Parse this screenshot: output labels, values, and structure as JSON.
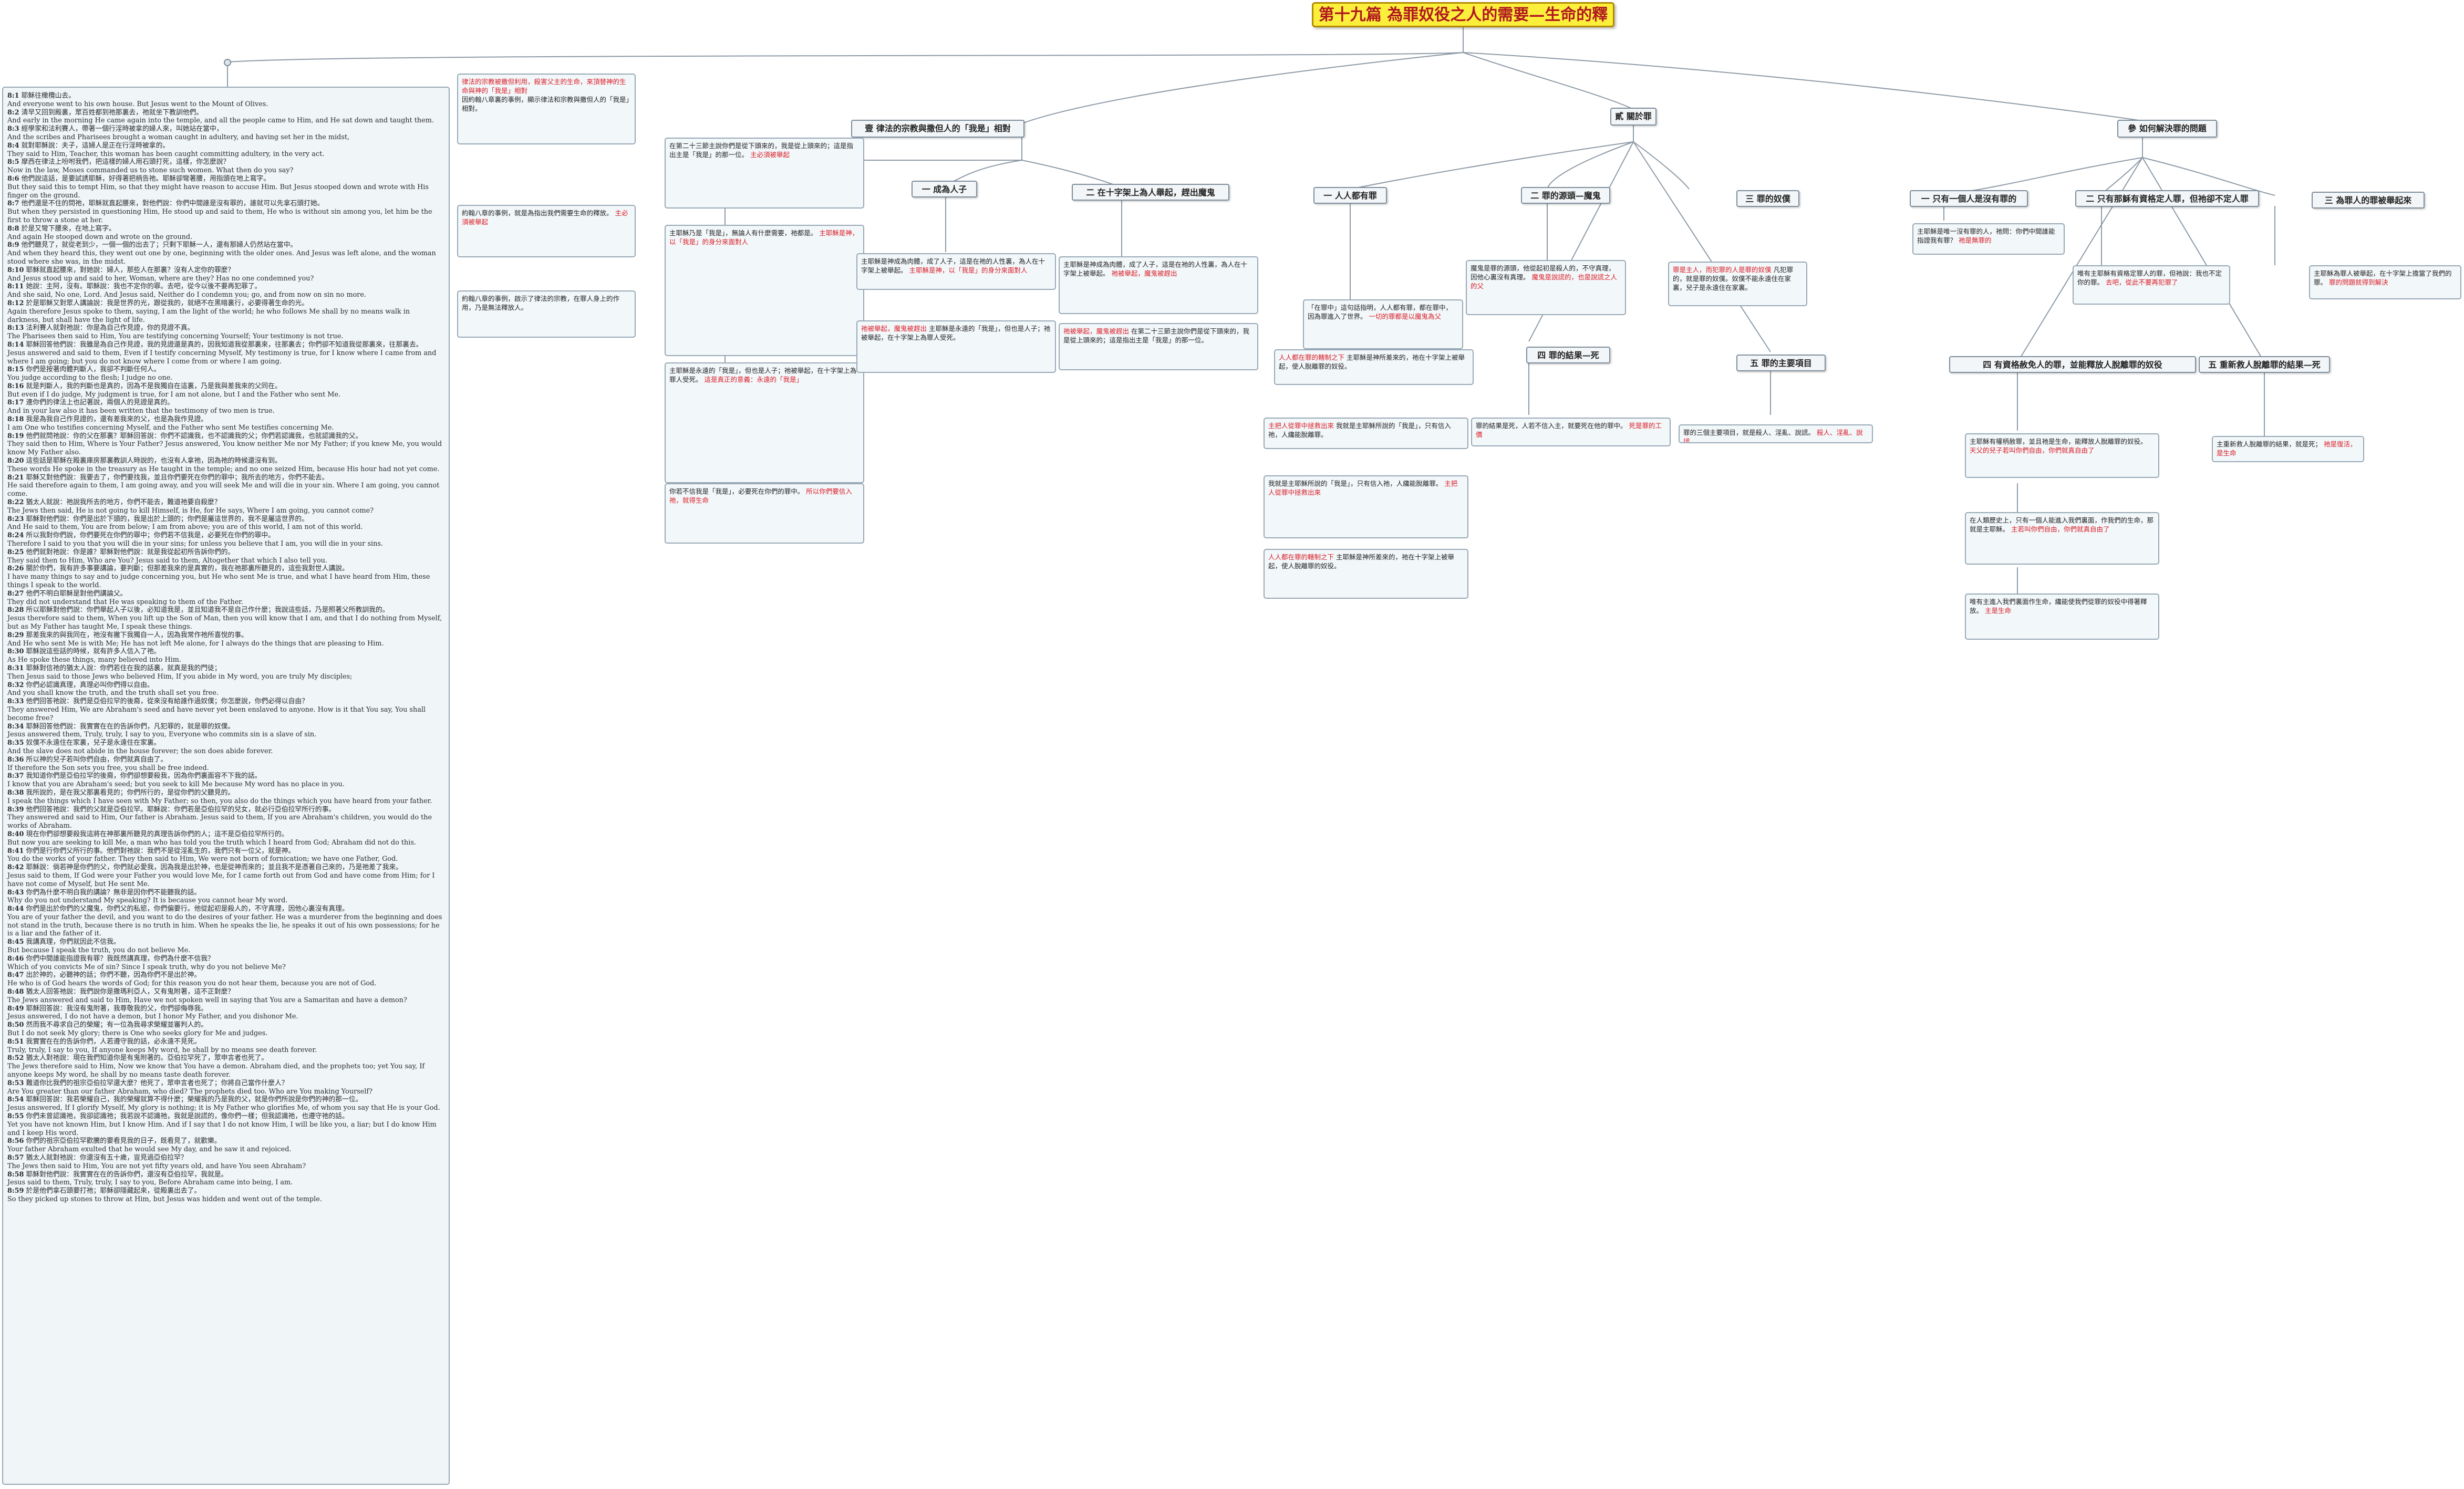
{
  "root": "第十九篇 為罪奴役之人的需要—生命的釋放（一）",
  "main_sections": {
    "one": "壹 律法的宗教與撒但人的「我是」相對",
    "two": "貳 關於罪的各面",
    "three": "參 如何解決罪的問題"
  },
  "sub_sections": {
    "one_1": "一 成為人子",
    "one_2": "二 在十字架上為人舉起，趕出魔鬼",
    "two_1": "一 人人都有罪",
    "two_2": "二 罪的源頭—魔鬼",
    "two_3": "三 罪的奴僕",
    "two_4": "四 罪的結果—死",
    "two_5": "五 罪的主要項目",
    "three_1": "一 只有一個人是沒有罪的",
    "three_2": "二 只有那穌有資格定人罪，但祂卻不定人罪",
    "three_3": "三 為罪人的罪被舉起來",
    "three_4": "四 有資格赦免人的罪，並能釋放人脫離罪的奴役",
    "three_5": "五 重新救人脫離罪的結果—死"
  },
  "notes": {
    "a1": "因約翰八章裏的事例，顯示律法和宗教與撒但人的「我是」相對。",
    "a1_red": "律法的宗教被撒但利用，殺害父主的生命，來頂替神的生命與神的「我是」相對",
    "a2": "在第二十三節主說你們是從下頭來的，我是從上頭來的；這是指出主是「我是」的那一位。",
    "a2_red": "主必須被舉起",
    "a3": "約翰八章的事例，就是為指出我們需要生命的釋放。",
    "a4": "約翰八章的事例，啟示了律法的宗教，在罪人身上的作用，乃是無法釋放人。",
    "a4_red": "主耶穌是神，以「我是」的身分來面對人",
    "a5": "主耶穌乃是「我是」，無論人有什麼需要，祂都是。",
    "a5_red": "這是真正的意義：永遠的「我是」",
    "a6": "主耶穌是神成為肉體，成了人子，這是在祂的人性裏，為人在十字架上被舉起。",
    "a7": "主耶穌是永遠的「我是」，但也是人子；祂被舉起，在十字架上為罪人受死。",
    "a7_red": "祂被舉起，魔鬼被趕出",
    "a8": "你若不信我是「我是」，必要死在你們的罪中。",
    "a8_red": "所以你們要信入祂，就得生命",
    "b1": "「在罪中」這句話指明，人人都有罪，都在罪中，因為罪進入了世界。",
    "b1_red": "一切的罪都是以魔鬼為父",
    "b2": "魔鬼是罪的源頭，他從起初是殺人的，不守真理，因他心裏沒有真理。",
    "b2_red": "魔鬼是說謊的，也是說謊之人的父",
    "b3": "凡犯罪的，就是罪的奴僕。奴僕不能永遠住在家裏，兒子是永遠住在家裏。",
    "b3_red": "罪是主人，而犯罪的人是罪的奴僕",
    "b4": "罪的結果是死，人若不信入主，就要死在他的罪中。",
    "b4_red": "死是罪的工價",
    "b5": "罪的三個主要項目，就是殺人、淫亂、說謊。",
    "b5_red": "殺人、淫亂、說謊",
    "b6": "主耶穌是神所差來的，祂在十字架上被舉起，使人脫離罪的奴役。",
    "b6_red": "人人都在罪的轄制之下",
    "b7": "我就是主耶穌所說的「我是」，只有信入祂，人纔能脫離罪。",
    "b7_red": "主把人從罪中拯救出來",
    "c1": "主耶穌是唯一沒有罪的人，祂問：你們中間誰能指證我有罪？",
    "c1_red": "祂是無罪的",
    "c2": "唯有主耶穌有資格定罪人的罪，但祂說：我也不定你的罪。",
    "c2_red": "去吧，從此不要再犯罪了",
    "c3": "主耶穌為罪人被舉起，在十字架上擔當了我們的罪。",
    "c3_red": "罪的問題就得到解決",
    "c4": "主耶穌有權柄赦罪，並且祂是生命，能釋放人脫離罪的奴役。",
    "c4_red": "天父的兒子若叫你們自由，你們就真自由了",
    "c5": "在人類歷史上，只有一個人能進入我們裏面，作我們的生命，那就是主耶穌。",
    "c5_red": "主若叫你們自由，你們就真自由了",
    "c6": "唯有主進入我們裏面作生命，纔能使我們從罪的奴役中得著釋放。",
    "c6_red": "主是生命",
    "c7": "主重新救人脫離罪的結果，就是死；",
    "c7_red": "祂是復活，是生命"
  },
  "scripture": [
    {
      "ref": "8:1",
      "zh": "耶穌往橄欖山去。",
      "en": "And everyone went to his own house. But Jesus went to the Mount of Olives."
    },
    {
      "ref": "8:2",
      "zh": "清早又回到殿裏，眾百姓都到祂那裏去，祂就坐下教訓他們。",
      "en": "And early in the morning He came again into the temple, and all the people came to Him, and He sat down and taught them."
    },
    {
      "ref": "8:3",
      "zh": "經學家和法利賽人，帶著一個行淫時被拿的婦人來，叫她站在當中，",
      "en": "And the scribes and Pharisees brought a woman caught in adultery, and having set her in the midst,"
    },
    {
      "ref": "8:4",
      "zh": "就對耶穌說：夫子，這婦人是正在行淫時被拿的。",
      "en": "They said to Him, Teacher, this woman has been caught committing adultery, in the very act."
    },
    {
      "ref": "8:5",
      "zh": "摩西在律法上吩咐我們，把這樣的婦人用石頭打死，這樣，你怎麼說？",
      "en": "Now in the law, Moses commanded us to stone such women. What then do you say?"
    },
    {
      "ref": "8:6",
      "zh": "他們說這話，是要試誘耶穌，好得著把柄告祂。耶穌卻彎著腰，用指頭在地上寫字。",
      "en": "But they said this to tempt Him, so that they might have reason to accuse Him. But Jesus stooped down and wrote with His finger on the ground."
    },
    {
      "ref": "8:7",
      "zh": "他們還是不住的問祂，耶穌就直起腰來，對他們說：你們中間誰是沒有罪的，誰就可以先拿石頭打她。",
      "en": "But when they persisted in questioning Him, He stood up and said to them, He who is without sin among you, let him be the first to throw a stone at her."
    },
    {
      "ref": "8:8",
      "zh": "於是又彎下腰來，在地上寫字。",
      "en": "And again He stooped down and wrote on the ground."
    },
    {
      "ref": "8:9",
      "zh": "他們聽見了，就從老到少，一個一個的出去了；只剩下耶穌一人，還有那婦人仍然站在當中。",
      "en": "And when they heard this, they went out one by one, beginning with the older ones. And Jesus was left alone, and the woman stood where she was, in the midst."
    },
    {
      "ref": "8:10",
      "zh": "耶穌就直起腰來，對她說：婦人，那些人在那裏？沒有人定你的罪麼？",
      "en": "And Jesus stood up and said to her, Woman, where are they? Has no one condemned you?"
    },
    {
      "ref": "8:11",
      "zh": "她說：主阿，沒有。耶穌說：我也不定你的罪。去吧，從今以後不要再犯罪了。",
      "en": "And she said, No one, Lord. And Jesus said, Neither do I condemn you; go, and from now on sin no more."
    },
    {
      "ref": "8:12",
      "zh": "於是耶穌又對眾人講論說：我是世界的光，跟從我的，就絕不在黑暗裏行，必要得著生命的光。",
      "en": "Again therefore Jesus spoke to them, saying, I am the light of the world; he who follows Me shall by no means walk in darkness, but shall have the light of life."
    },
    {
      "ref": "8:13",
      "zh": "法利賽人就對祂說：你是為自己作見證，你的見證不真。",
      "en": "The Pharisees then said to Him, You are testifying concerning Yourself; Your testimony is not true."
    },
    {
      "ref": "8:14",
      "zh": "耶穌回答他們說：我雖是為自己作見證，我的見證還是真的，因我知道我從那裏來，往那裏去；你們卻不知道我從那裏來，往那裏去。",
      "en": "Jesus answered and said to them, Even if I testify concerning Myself, My testimony is true, for I know where I came from and where I am going; but you do not know where I come from or where I am going."
    },
    {
      "ref": "8:15",
      "zh": "你們是按著肉體判斷人，我卻不判斷任何人。",
      "en": "You judge according to the flesh; I judge no one."
    },
    {
      "ref": "8:16",
      "zh": "就是判斷人，我的判斷也是真的，因為不是我獨自在這裏，乃是我與差我來的父同在。",
      "en": "But even if I do judge, My judgment is true, for I am not alone, but I and the Father who sent Me."
    },
    {
      "ref": "8:17",
      "zh": "連你們的律法上也記著說，兩個人的見證是真的。",
      "en": "And in your law also it has been written that the testimony of two men is true."
    },
    {
      "ref": "8:18",
      "zh": "我是為我自己作見證的，還有差我來的父，也是為我作見證。",
      "en": "I am One who testifies concerning Myself, and the Father who sent Me testifies concerning Me."
    },
    {
      "ref": "8:19",
      "zh": "他們就問祂說：你的父在那裏？耶穌回答說：你們不認識我，也不認識我的父；你們若認識我，也就認識我的父。",
      "en": "They said then to Him, Where is Your Father? Jesus answered, You know neither Me nor My Father; if you knew Me, you would know My Father also."
    },
    {
      "ref": "8:20",
      "zh": "這些話是耶穌在殿裏庫房那裏教訓人時說的，也沒有人拿祂，因為祂的時候還沒有到。",
      "en": "These words He spoke in the treasury as He taught in the temple; and no one seized Him, because His hour had not yet come."
    },
    {
      "ref": "8:21",
      "zh": "耶穌又對他們說：我要去了，你們要找我，並且你們要死在你們的罪中；我所去的地方，你們不能去。",
      "en": "He said therefore again to them, I am going away, and you will seek Me and will die in your sin. Where I am going, you cannot come."
    },
    {
      "ref": "8:22",
      "zh": "猶太人就說：祂說我所去的地方，你們不能去，難道祂要自殺麼？",
      "en": "The Jews then said, He is not going to kill Himself, is He, for He says, Where I am going, you cannot come?"
    },
    {
      "ref": "8:23",
      "zh": "耶穌對他們說：你們是出於下頭的，我是出於上頭的；你們是屬這世界的，我不是屬這世界的。",
      "en": "And He said to them, You are from below; I am from above; you are of this world, I am not of this world."
    },
    {
      "ref": "8:24",
      "zh": "所以我對你們說，你們要死在你們的罪中；你們若不信我是，必要死在你們的罪中。",
      "en": "Therefore I said to you that you will die in your sins; for unless you believe that I am, you will die in your sins."
    },
    {
      "ref": "8:25",
      "zh": "他們就對祂說：你是誰？耶穌對他們說：就是我從起初所告訴你們的。",
      "en": "They said then to Him, Who are You? Jesus said to them, Altogether that which I also tell you."
    },
    {
      "ref": "8:26",
      "zh": "關於你們，我有許多事要講論，要判斷；但那差我來的是真實的，我在祂那裏所聽見的，這些我對世人講說。",
      "en": "I have many things to say and to judge concerning you, but He who sent Me is true, and what I have heard from Him, these things I speak to the world."
    },
    {
      "ref": "8:27",
      "zh": "他們不明白耶穌是對他們講論父。",
      "en": "They did not understand that He was speaking to them of the Father."
    },
    {
      "ref": "8:28",
      "zh": "所以耶穌對他們說：你們舉起人子以後，必知道我是，並且知道我不是自己作什麼；我說這些話，乃是照著父所教訓我的。",
      "en": "Jesus therefore said to them, When you lift up the Son of Man, then you will know that I am, and that I do nothing from Myself, but as My Father has taught Me, I speak these things."
    },
    {
      "ref": "8:29",
      "zh": "那差我來的與我同在，祂沒有撇下我獨自一人，因為我常作祂所喜悅的事。",
      "en": "And He who sent Me is with Me; He has not left Me alone, for I always do the things that are pleasing to Him."
    },
    {
      "ref": "8:30",
      "zh": "耶穌說這些話的時候，就有許多人信入了祂。",
      "en": "As He spoke these things, many believed into Him."
    },
    {
      "ref": "8:31",
      "zh": "耶穌對信祂的猶太人說：你們若住在我的話裏，就真是我的門徒；",
      "en": "Then Jesus said to those Jews who believed Him, If you abide in My word, you are truly My disciples;"
    },
    {
      "ref": "8:32",
      "zh": "你們必認識真理，真理必叫你們得以自由。",
      "en": "And you shall know the truth, and the truth shall set you free."
    },
    {
      "ref": "8:33",
      "zh": "他們回答祂說：我們是亞伯拉罕的後裔，從來沒有給誰作過奴僕；你怎麼說，你們必得以自由？",
      "en": "They answered Him, We are Abraham's seed and have never yet been enslaved to anyone. How is it that You say, You shall become free?"
    },
    {
      "ref": "8:34",
      "zh": "耶穌回答他們說：我實實在在的告訴你們，凡犯罪的，就是罪的奴僕。",
      "en": "Jesus answered them, Truly, truly, I say to you, Everyone who commits sin is a slave of sin."
    },
    {
      "ref": "8:35",
      "zh": "奴僕不永遠住在家裏，兒子是永遠住在家裏。",
      "en": "And the slave does not abide in the house forever; the son does abide forever."
    },
    {
      "ref": "8:36",
      "zh": "所以神的兒子若叫你們自由，你們就真自由了。",
      "en": "If therefore the Son sets you free, you shall be free indeed."
    },
    {
      "ref": "8:37",
      "zh": "我知道你們是亞伯拉罕的後裔，你們卻想要殺我，因為你們裏面容不下我的話。",
      "en": "I know that you are Abraham's seed; but you seek to kill Me because My word has no place in you."
    },
    {
      "ref": "8:38",
      "zh": "我所說的，是在我父那裏看見的；你們所行的，是從你們的父聽見的。",
      "en": "I speak the things which I have seen with My Father; so then, you also do the things which you have heard from your father."
    },
    {
      "ref": "8:39",
      "zh": "他們回答祂說：我們的父就是亞伯拉罕。耶穌說：你們若是亞伯拉罕的兒女，就必行亞伯拉罕所行的事。",
      "en": "They answered and said to Him, Our father is Abraham. Jesus said to them, If you are Abraham's children, you would do the works of Abraham."
    },
    {
      "ref": "8:40",
      "zh": "現在你們卻想要殺我這將在神那裏所聽見的真理告訴你們的人；這不是亞伯拉罕所行的。",
      "en": "But now you are seeking to kill Me, a man who has told you the truth which I heard from God; Abraham did not do this."
    },
    {
      "ref": "8:41",
      "zh": "你們是行你們父所行的事。他們對祂說：我們不是從淫亂生的，我們只有一位父，就是神。",
      "en": "You do the works of your father. They then said to Him, We were not born of fornication; we have one Father, God."
    },
    {
      "ref": "8:42",
      "zh": "耶穌說：倘若神是你們的父，你們就必愛我，因為我是出於神，也是從神而來的；並且我不是憑著自己來的，乃是祂差了我來。",
      "en": "Jesus said to them, If God were your Father you would love Me, for I came forth out from God and have come from Him; for I have not come of Myself, but He sent Me."
    },
    {
      "ref": "8:43",
      "zh": "你們為什麼不明白我的講論？無非是因你們不能聽我的話。",
      "en": "Why do you not understand My speaking? It is because you cannot hear My word."
    },
    {
      "ref": "8:44",
      "zh": "你們是出於你們的父魔鬼，你們父的私慾，你們偏要行。他從起初是殺人的，不守真理，因他心裏沒有真理。",
      "en": "You are of your father the devil, and you want to do the desires of your father. He was a murderer from the beginning and does not stand in the truth, because there is no truth in him. When he speaks the lie, he speaks it out of his own possessions; for he is a liar and the father of it."
    },
    {
      "ref": "8:45",
      "zh": "我講真理，你們就因此不信我。",
      "en": "But because I speak the truth, you do not believe Me."
    },
    {
      "ref": "8:46",
      "zh": "你們中間誰能指證我有罪？我既然講真理，你們為什麼不信我？",
      "en": "Which of you convicts Me of sin? Since I speak truth, why do you not believe Me?"
    },
    {
      "ref": "8:47",
      "zh": "出於神的，必聽神的話；你們不聽，因為你們不是出於神。",
      "en": "He who is of God hears the words of God; for this reason you do not hear them, because you are not of God."
    },
    {
      "ref": "8:48",
      "zh": "猶太人回答祂說：我們說你是撒瑪利亞人，又有鬼附著，這不正對麼？",
      "en": "The Jews answered and said to Him, Have we not spoken well in saying that You are a Samaritan and have a demon?"
    },
    {
      "ref": "8:49",
      "zh": "耶穌回答說：我沒有鬼附著，我尊敬我的父，你們卻侮辱我。",
      "en": "Jesus answered, I do not have a demon, but I honor My Father, and you dishonor Me."
    },
    {
      "ref": "8:50",
      "zh": "然而我不尋求自己的榮耀；有一位為我尋求榮耀並審判人的。",
      "en": "But I do not seek My glory; there is One who seeks glory for Me and judges."
    },
    {
      "ref": "8:51",
      "zh": "我實實在在的告訴你們，人若遵守我的話，必永遠不見死。",
      "en": "Truly, truly, I say to you, If anyone keeps My word, he shall by no means see death forever."
    },
    {
      "ref": "8:52",
      "zh": "猶太人對祂說：現在我們知道你是有鬼附著的。亞伯拉罕死了，眾申言者也死了。",
      "en": "The Jews therefore said to Him, Now we know that You have a demon. Abraham died, and the prophets too; yet You say, If anyone keeps My word, he shall by no means taste death forever."
    },
    {
      "ref": "8:53",
      "zh": "難道你比我們的祖宗亞伯拉罕還大麼？他死了，眾申言者也死了；你將自己當作什麼人？",
      "en": "Are You greater than our father Abraham, who died? The prophets died too. Who are You making Yourself?"
    },
    {
      "ref": "8:54",
      "zh": "耶穌回答說：我若榮耀自己，我的榮耀就算不得什麼；榮耀我的乃是我的父，就是你們所說是你們的神的那一位。",
      "en": "Jesus answered, If I glorify Myself, My glory is nothing; it is My Father who glorifies Me, of whom you say that He is your God."
    },
    {
      "ref": "8:55",
      "zh": "你們未曾認識祂，我卻認識祂；我若說不認識祂，我就是說謊的，像你們一樣；但我認識祂，也遵守祂的話。",
      "en": "Yet you have not known Him, but I know Him. And if I say that I do not know Him, I will be like you, a liar; but I do know Him and I keep His word."
    },
    {
      "ref": "8:56",
      "zh": "你們的祖宗亞伯拉罕歡騰的要看見我的日子，既看見了，就歡樂。",
      "en": "Your father Abraham exulted that he would see My day, and he saw it and rejoiced."
    },
    {
      "ref": "8:57",
      "zh": "猶太人就對祂說：你還沒有五十歲，豈見過亞伯拉罕？",
      "en": "The Jews then said to Him, You are not yet fifty years old, and have You seen Abraham?"
    },
    {
      "ref": "8:58",
      "zh": "耶穌對他們說：我實實在在的告訴你們，還沒有亞伯拉罕，我就是。",
      "en": "Jesus said to them, Truly, truly, I say to you, Before Abraham came into being, I am."
    },
    {
      "ref": "8:59",
      "zh": "於是他們拿石頭要打祂；耶穌卻隱藏起來，從殿裏出去了。",
      "en": "So they picked up stones to throw at Him, but Jesus was hidden and went out of the temple."
    }
  ]
}
